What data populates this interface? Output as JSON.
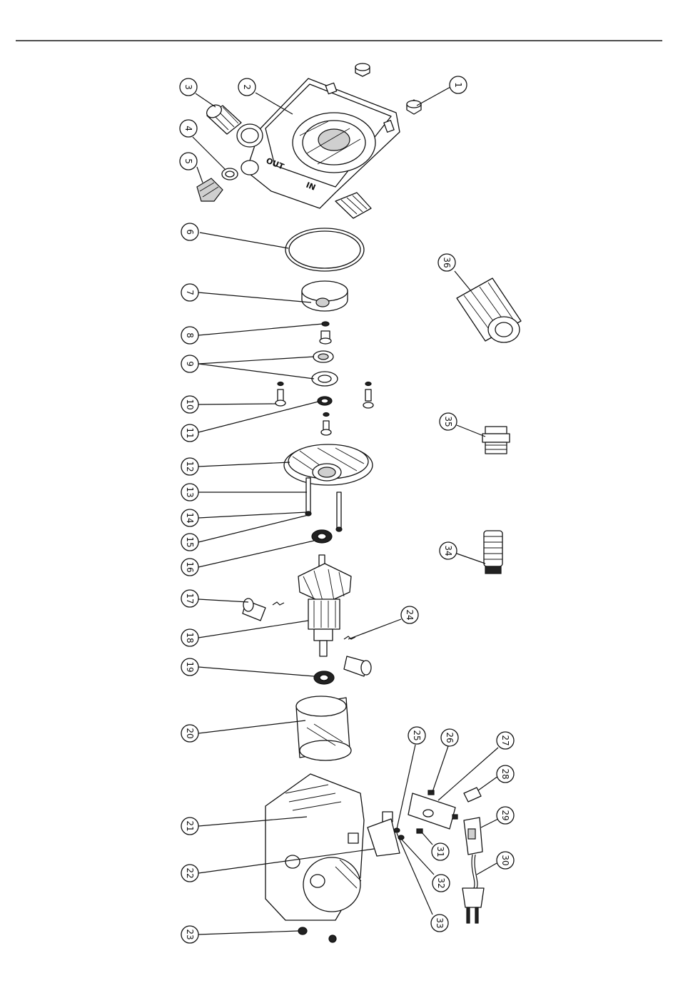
{
  "diagram": {
    "housing_marks": {
      "out": "OUT",
      "in": "IN"
    },
    "callouts": [
      {
        "id": "c1",
        "label": "1"
      },
      {
        "id": "c2",
        "label": "2"
      },
      {
        "id": "c3",
        "label": "3"
      },
      {
        "id": "c4",
        "label": "4"
      },
      {
        "id": "c5",
        "label": "5"
      },
      {
        "id": "c6",
        "label": "6"
      },
      {
        "id": "c7",
        "label": "7"
      },
      {
        "id": "c8",
        "label": "8"
      },
      {
        "id": "c9",
        "label": "9"
      },
      {
        "id": "c10",
        "label": "10"
      },
      {
        "id": "c11",
        "label": "11"
      },
      {
        "id": "c12",
        "label": "12"
      },
      {
        "id": "c13",
        "label": "13"
      },
      {
        "id": "c14",
        "label": "14"
      },
      {
        "id": "c15",
        "label": "15"
      },
      {
        "id": "c16",
        "label": "16"
      },
      {
        "id": "c17",
        "label": "17"
      },
      {
        "id": "c18",
        "label": "18"
      },
      {
        "id": "c19",
        "label": "19"
      },
      {
        "id": "c20",
        "label": "20"
      },
      {
        "id": "c21",
        "label": "21"
      },
      {
        "id": "c22",
        "label": "22"
      },
      {
        "id": "c23",
        "label": "23"
      },
      {
        "id": "c24",
        "label": "24"
      },
      {
        "id": "c25",
        "label": "25"
      },
      {
        "id": "c26",
        "label": "26"
      },
      {
        "id": "c27",
        "label": "27"
      },
      {
        "id": "c28",
        "label": "28"
      },
      {
        "id": "c29",
        "label": "29"
      },
      {
        "id": "c30",
        "label": "30"
      },
      {
        "id": "c31",
        "label": "31"
      },
      {
        "id": "c32",
        "label": "32"
      },
      {
        "id": "c33",
        "label": "33"
      },
      {
        "id": "c34",
        "label": "34"
      },
      {
        "id": "c35",
        "label": "35"
      },
      {
        "id": "c36",
        "label": "36"
      }
    ]
  }
}
